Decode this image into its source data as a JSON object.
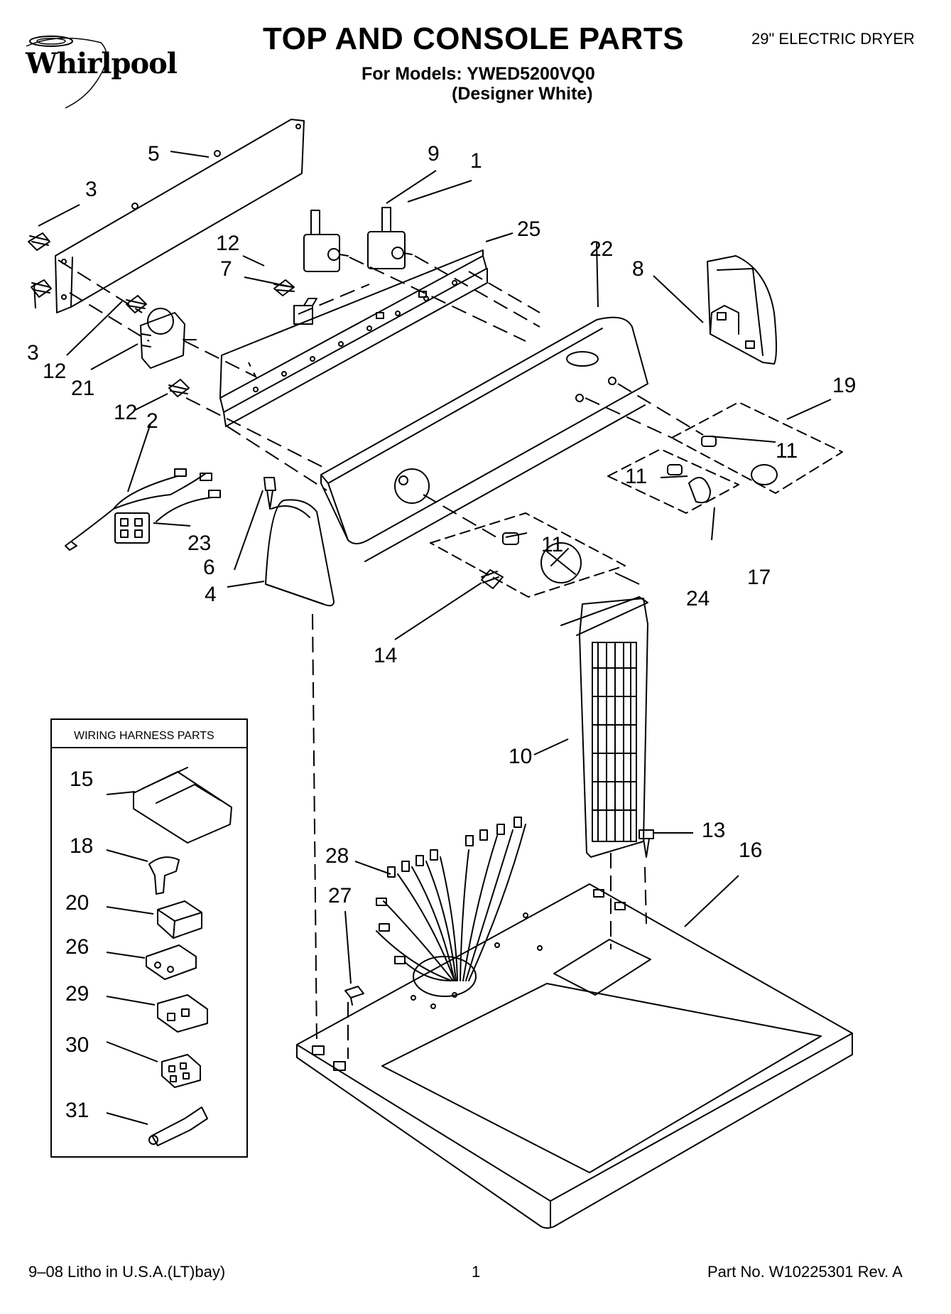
{
  "brand": "Whirlpool",
  "title": "TOP AND CONSOLE PARTS",
  "models_line": "For Models: YWED5200VQ0",
  "color_line": "(Designer White)",
  "product_type": "29\" ELECTRIC DRYER",
  "wiring_box_title": "WIRING HARNESS PARTS",
  "footer": {
    "litho": "9–08 Litho in U.S.A.(LT)bay)",
    "page": "1",
    "part_no": "Part No. W10225301 Rev. A"
  },
  "callouts": {
    "c1": "1",
    "c2": "2",
    "c3a": "3",
    "c3b": "3",
    "c4": "4",
    "c5": "5",
    "c6": "6",
    "c7": "7",
    "c8": "8",
    "c9": "9",
    "c10": "10",
    "c11a": "11",
    "c11b": "11",
    "c11c": "11",
    "c12a": "12",
    "c12b": "12",
    "c12c": "12",
    "c13": "13",
    "c14": "14",
    "c15": "15",
    "c16": "16",
    "c17": "17",
    "c18": "18",
    "c19": "19",
    "c20": "20",
    "c21": "21",
    "c22": "22",
    "c23": "23",
    "c24": "24",
    "c25": "25",
    "c26": "26",
    "c27": "27",
    "c28": "28",
    "c29": "29",
    "c30": "30",
    "c31": "31"
  }
}
